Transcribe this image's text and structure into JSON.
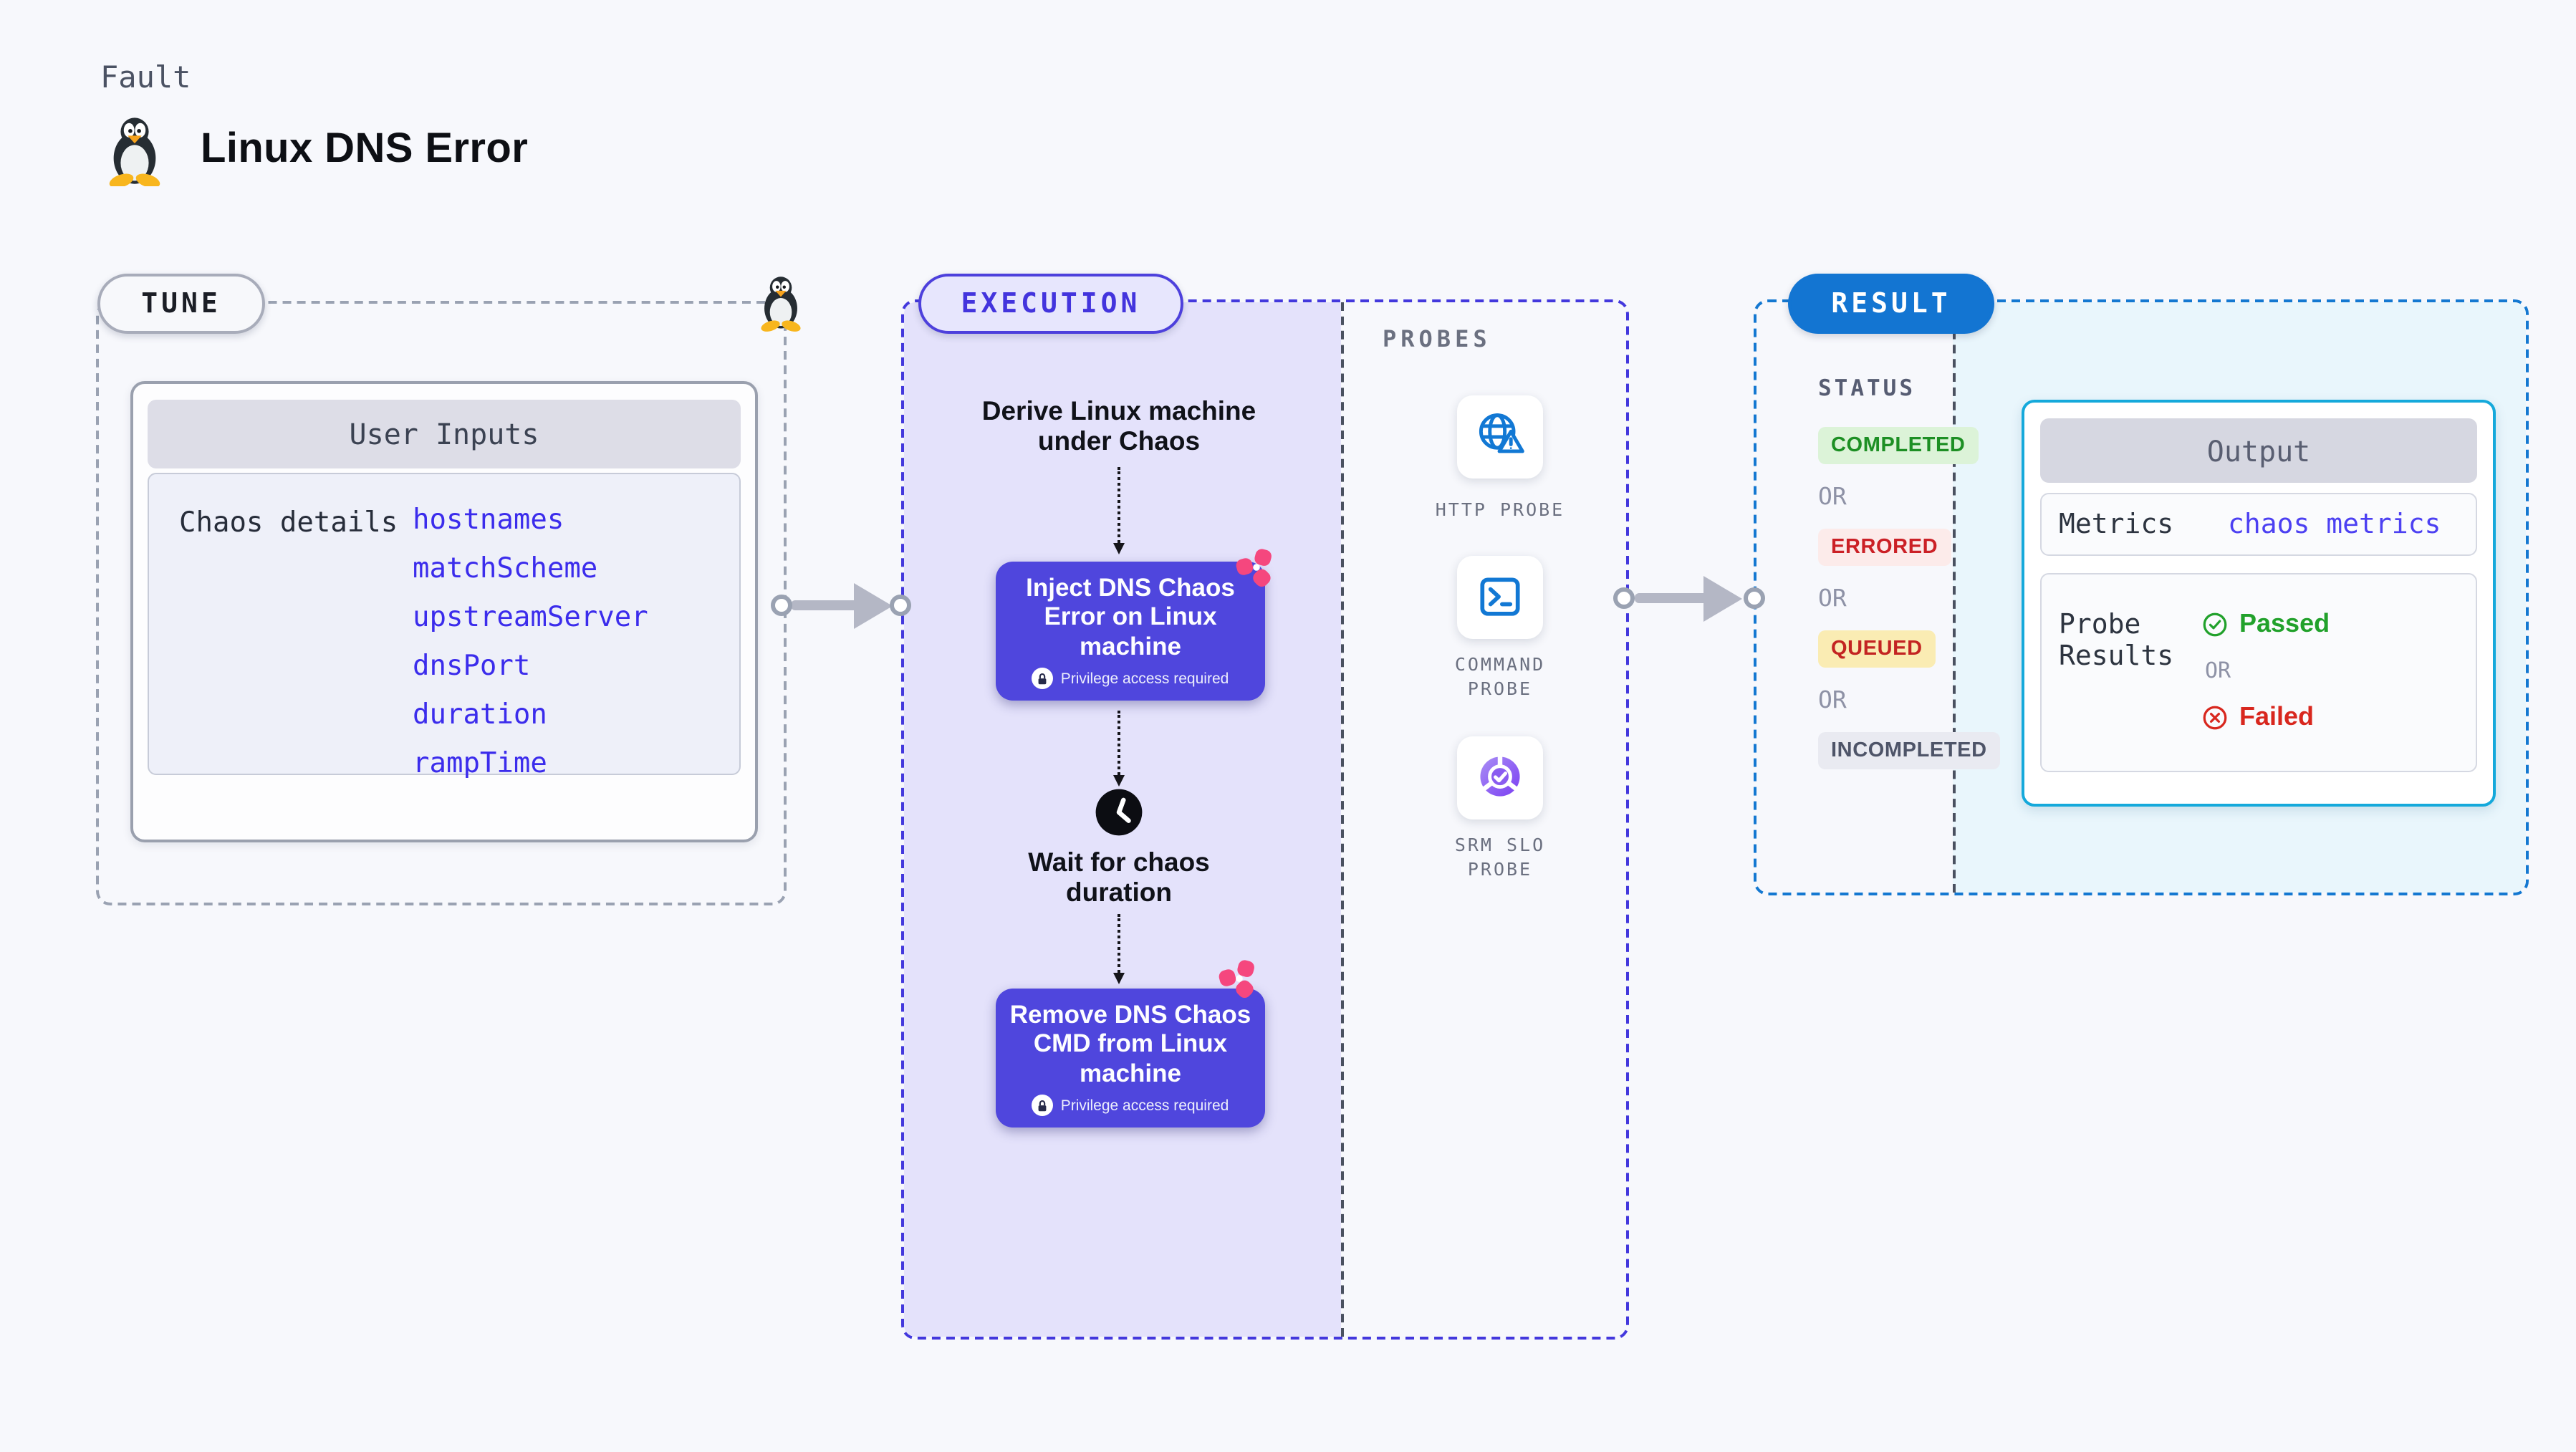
{
  "header": {
    "kicker": "Fault",
    "title": "Linux DNS Error"
  },
  "tune": {
    "pill": "TUNE",
    "card_header": "User Inputs",
    "row_label": "Chaos details",
    "inputs": [
      "hostnames",
      "matchScheme",
      "upstreamServer",
      "dnsPort",
      "duration",
      "rampTime"
    ]
  },
  "execution": {
    "pill": "EXECUTION",
    "step_derive": "Derive Linux machine\nunder Chaos",
    "node_inject": "Inject DNS Chaos\nError on Linux\nmachine",
    "privilege_badge": "Privilege access required",
    "step_wait": "Wait for chaos\nduration",
    "node_remove": "Remove DNS Chaos\nCMD from Linux\nmachine"
  },
  "probes": {
    "label": "PROBES",
    "items": [
      {
        "label": "HTTP PROBE",
        "icon": "globe-warning-icon"
      },
      {
        "label": "COMMAND PROBE",
        "icon": "terminal-icon"
      },
      {
        "label": "SRM SLO PROBE",
        "icon": "slo-donut-check-icon"
      }
    ]
  },
  "result": {
    "pill": "RESULT",
    "status_label": "STATUS",
    "or_label": "OR",
    "statuses": [
      {
        "label": "COMPLETED",
        "bg": "#dcf3d8",
        "fg": "#1d8f24"
      },
      {
        "label": "ERRORED",
        "bg": "#fcebea",
        "fg": "#cb2026"
      },
      {
        "label": "QUEUED",
        "bg": "#faecb3",
        "fg": "#c32422"
      },
      {
        "label": "INCOMPLETED",
        "bg": "#e9eaf1",
        "fg": "#4e5468"
      }
    ],
    "output": {
      "header": "Output",
      "metrics_label": "Metrics",
      "metrics_value": "chaos metrics",
      "probe_results_label": "Probe Results",
      "passed": "Passed",
      "failed": "Failed"
    }
  },
  "colors": {
    "page_bg": "#f7f8fc",
    "indigo_accent": "#4338dd",
    "node_indigo": "#4f46dd",
    "purple_panel": "#e4e2fb",
    "result_blue": "#1375d2",
    "cyan_border": "#15a9db",
    "cyan_panel": "#e9f6fc",
    "link_blue": "#3b2cec",
    "pink_logo": "#f5477e",
    "probe_icon_blue": "#1278d4",
    "passed_green": "#21a12b",
    "failed_red": "#d8271e",
    "arrow_gray": "#b4b7c5"
  }
}
